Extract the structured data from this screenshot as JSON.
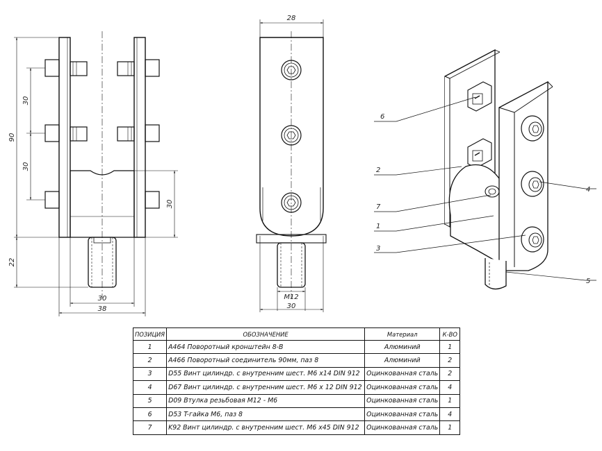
{
  "views": {
    "front": {
      "dims": {
        "spacing_top": "30",
        "spacing_mid": "30",
        "height": "90",
        "lower": "30",
        "stud": "22",
        "width_inner": "30",
        "width_outer": "38"
      }
    },
    "side": {
      "dims": {
        "width_top": "28",
        "thread": "M12",
        "width_bottom": "30"
      }
    }
  },
  "callouts": [
    "6",
    "2",
    "7",
    "1",
    "3",
    "4",
    "5"
  ],
  "bom": {
    "headers": [
      "ПОЗИЦИЯ",
      "ОБОЗНАЧЕНИЕ",
      "Материал",
      "К-ВО"
    ],
    "rows": [
      {
        "pos": "1",
        "name": "A464 Поворотный кронштейн 8-B",
        "material": "Алюминий",
        "qty": "1"
      },
      {
        "pos": "2",
        "name": "A466 Поворотный соединитель 90мм, паз 8",
        "material": "Алюминий",
        "qty": "2"
      },
      {
        "pos": "3",
        "name": "D55 Винт цилиндр. с внутренним шест. M6 x14 DIN 912",
        "material": "Оцинкованная сталь",
        "qty": "2"
      },
      {
        "pos": "4",
        "name": "D67 Винт цилиндр. с внутренним шест. M6 x 12 DIN 912",
        "material": "Оцинкованная сталь",
        "qty": "4"
      },
      {
        "pos": "5",
        "name": "D09 Втулка резьбовая M12 - M6",
        "material": "Оцинкованная сталь",
        "qty": "1"
      },
      {
        "pos": "6",
        "name": "D53 T-гайка M6, паз 8",
        "material": "Оцинкованная сталь",
        "qty": "4"
      },
      {
        "pos": "7",
        "name": "K92 Винт цилиндр. с внутренним шест. M6 x45 DIN 912",
        "material": "Оцинкованная сталь",
        "qty": "1"
      }
    ]
  }
}
